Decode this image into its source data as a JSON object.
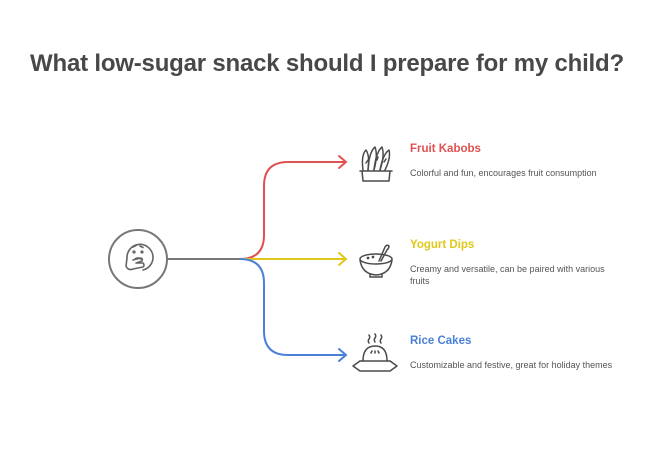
{
  "title": "What low-sugar snack should I prepare for my child?",
  "center": {
    "icon": "thinking-face-icon",
    "color": "#777777"
  },
  "options": [
    {
      "label": "Fruit Kabobs",
      "description": "Colorful and fun, encourages fruit consumption",
      "icon": "fruit-kabobs-icon",
      "color": "#e05252"
    },
    {
      "label": "Yogurt Dips",
      "description": "Creamy and versatile, can be paired with various fruits",
      "icon": "yogurt-bowl-icon",
      "color": "#e0c81a"
    },
    {
      "label": "Rice Cakes",
      "description": "Customizable and festive, great for holiday themes",
      "icon": "rice-cake-icon",
      "color": "#4a80d8"
    }
  ]
}
